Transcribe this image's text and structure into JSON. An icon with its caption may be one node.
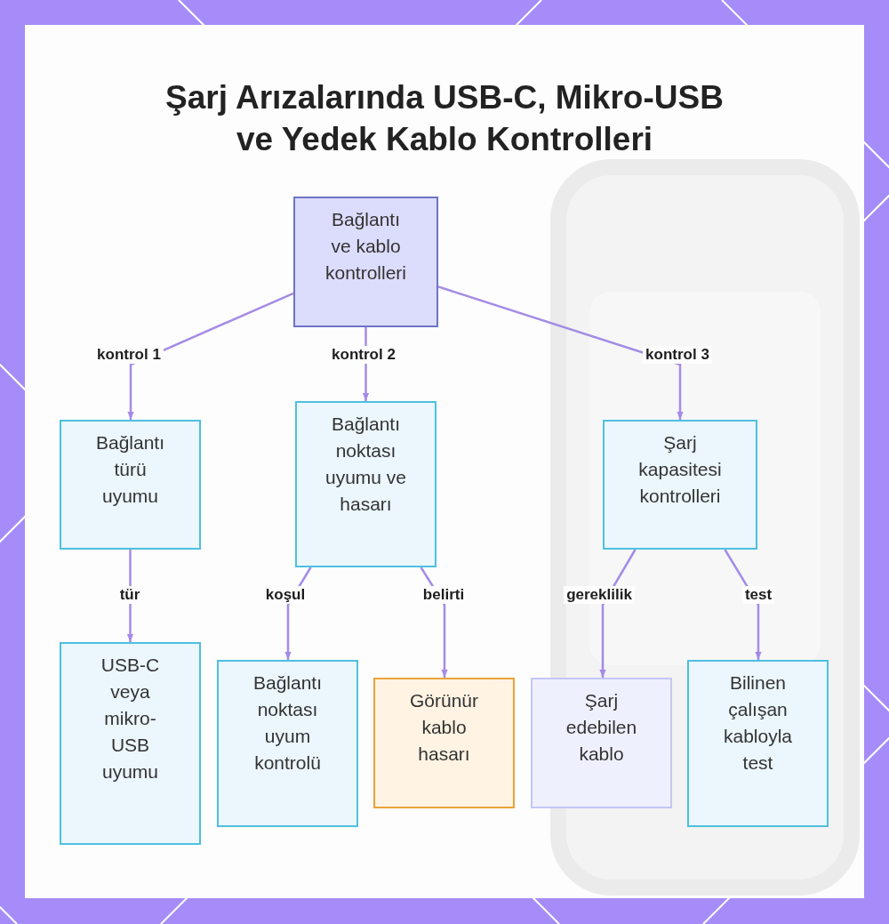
{
  "diagram": {
    "title": "Şarj Arızalarında USB-C, Mikro-USB ve Yedek Kablo Kontrolleri",
    "nodes": [
      {
        "text": [
          "Bağlantı ve kablo kontrolleri"
        ]
      },
      {
        "text": [
          "Bağlantı türü uyumu"
        ]
      },
      {
        "text": [
          "Bağlantı noktası uyumu ve hasarı"
        ]
      },
      {
        "text": [
          "Şarj kapasitesi kontrolleri"
        ]
      },
      {
        "text": [
          "USB-C veya mikro-USB uyumu"
        ]
      },
      {
        "text": [
          "Bağlantı noktası uyum kontrolü"
        ]
      },
      {
        "text": [
          "Görünür kablo hasarı"
        ]
      },
      {
        "text": [
          "Şarj edebilen kablo"
        ]
      },
      {
        "text": [
          "Bilinen çalışan kabloyla test"
        ]
      }
    ],
    "edges": [
      {
        "from": 0,
        "to": 1,
        "arrow": "to",
        "label": "kontrol 1"
      },
      {
        "from": 0,
        "to": 2,
        "arrow": "to",
        "label": "kontrol 2"
      },
      {
        "from": 0,
        "to": 3,
        "arrow": "to",
        "label": "kontrol 3"
      },
      {
        "from": 1,
        "to": 4,
        "arrow": "to",
        "label": "tür"
      },
      {
        "from": 2,
        "to": 5,
        "arrow": "to",
        "label": "koşul"
      },
      {
        "from": 2,
        "to": 6,
        "arrow": "to",
        "label": "belirti"
      },
      {
        "from": 3,
        "to": 7,
        "arrow": "to",
        "label": "gereklilik"
      },
      {
        "from": 3,
        "to": 8,
        "arrow": "to",
        "label": "test"
      }
    ]
  }
}
